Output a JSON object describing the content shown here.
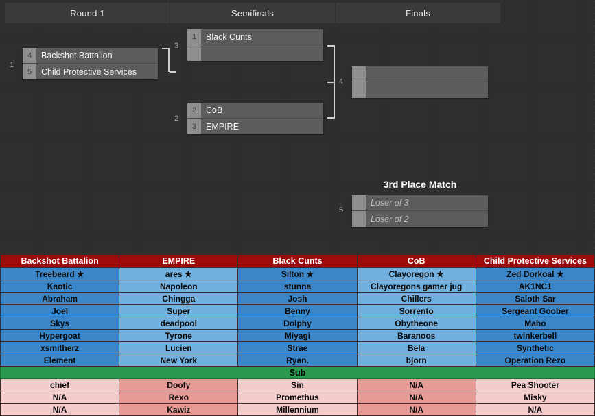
{
  "bracket": {
    "round_headers": [
      "Round 1",
      "Semifinals",
      "Finals"
    ],
    "third_place_title": "3rd Place Match",
    "match_numbers": {
      "r1": "1",
      "sf1": "3",
      "sf2": "2",
      "final": "4",
      "third": "5"
    },
    "matches": {
      "r1": {
        "slots": [
          {
            "seed": "4",
            "team": "Backshot Battalion"
          },
          {
            "seed": "5",
            "team": "Child Protective Services"
          }
        ]
      },
      "sf1": {
        "slots": [
          {
            "seed": "1",
            "team": "Black Cunts"
          },
          {
            "seed": "",
            "team": ""
          }
        ]
      },
      "sf2": {
        "slots": [
          {
            "seed": "2",
            "team": "CoB"
          },
          {
            "seed": "3",
            "team": "EMPIRE"
          }
        ]
      },
      "final": {
        "slots": [
          {
            "seed": "",
            "team": ""
          },
          {
            "seed": "",
            "team": ""
          }
        ]
      },
      "third": {
        "slots": [
          {
            "seed": "",
            "team": "Loser of 3"
          },
          {
            "seed": "",
            "team": "Loser of 2"
          }
        ]
      }
    }
  },
  "roster": {
    "headers": [
      "Backshot Battalion",
      "EMPIRE",
      "Black Cunts",
      "CoB",
      "Child Protective Services"
    ],
    "players": [
      [
        "Treebeard ★",
        "ares ★",
        "Silton ★",
        "Clayoregon  ★",
        "Zed Dorkoal ★"
      ],
      [
        "Kaotic",
        "Napoleon",
        "stunna",
        "Clayoregons gamer jug",
        "AK1NC1"
      ],
      [
        "Abraham",
        "Chingga",
        "Josh",
        "Chillers",
        "Saloth Sar"
      ],
      [
        "Joel",
        "Super",
        "Benny",
        "Sorrento",
        "Sergeant Goober"
      ],
      [
        "Skys",
        "deadpool",
        "Dolphy",
        "Obytheone",
        "Maho"
      ],
      [
        "Hypergoat",
        "Tyrone",
        "Miyagi",
        "Baranoos",
        "twinkerbell"
      ],
      [
        "xsmitherz",
        "Lucien",
        "Strae",
        "Bela",
        "Synthetic"
      ],
      [
        "Element",
        "New York",
        "Ryan.",
        "bjorn",
        "Operation Rezo"
      ]
    ],
    "sub_label": "Sub",
    "subs": [
      [
        "chief",
        "Doofy",
        "Sin",
        "N/A",
        "Pea Shooter"
      ],
      [
        "N/A",
        "Rexo",
        "Promethus",
        "N/A",
        "Misky"
      ],
      [
        "N/A",
        "Kawiz",
        "Millennium",
        "N/A",
        "N/A"
      ]
    ]
  },
  "colors": {
    "header_red": "#9e0b0b",
    "player_odd": "#3b86c8",
    "player_even": "#72b0e0",
    "sub_divider_green": "#2a9b4e",
    "sub_odd": "#f4cccc",
    "sub_even": "#e89a96",
    "background": "#2e2e2e"
  }
}
